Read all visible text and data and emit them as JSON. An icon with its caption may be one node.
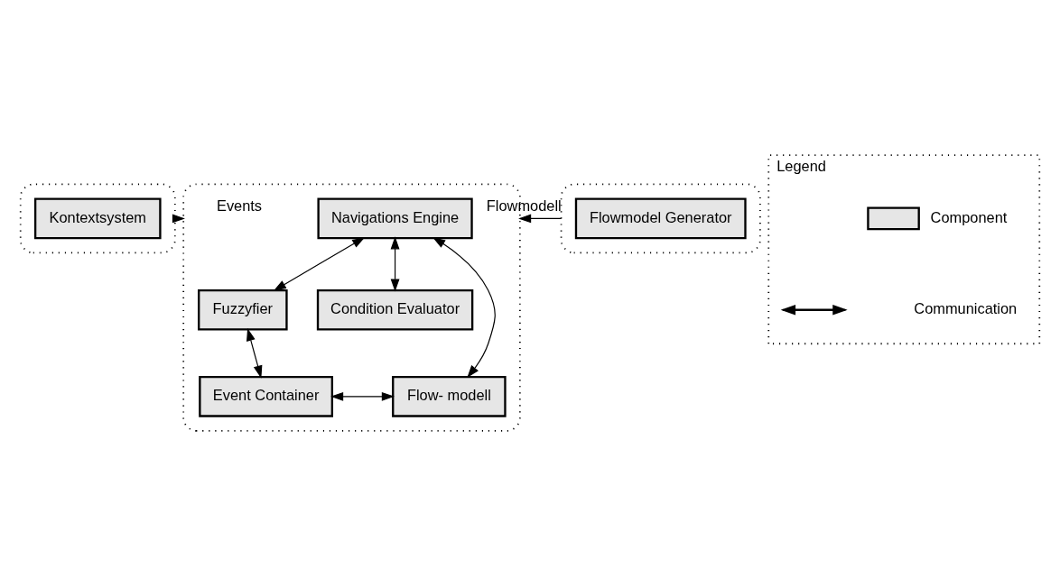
{
  "diagram": {
    "nodes": [
      {
        "text": [],
        "shape": "box"
      },
      {
        "text": [
          "Kontextsystem"
        ],
        "in": 0
      },
      {
        "text": [],
        "shape": "box"
      },
      {
        "text": [
          "Navigations Engine"
        ],
        "in": 2
      },
      {
        "text": [
          "Fuzzyfier"
        ],
        "in": 2
      },
      {
        "text": [
          "Condition Evaluator"
        ],
        "in": 2
      },
      {
        "text": [
          "Event Container"
        ],
        "in": 2
      },
      {
        "text": [
          "Flow- modell"
        ],
        "in": 2
      },
      {
        "text": [],
        "shape": "box"
      },
      {
        "text": [
          "Flowmodel Generator"
        ],
        "in": 8
      },
      {
        "text": [
          "Legend"
        ]
      }
    ],
    "edges": [
      {
        "from": 0,
        "to": 2,
        "arrow": "to",
        "label": "Events"
      },
      {
        "from": 8,
        "to": 2,
        "arrow": "to",
        "label": "Flowmodell"
      },
      {
        "from": 3,
        "to": 4,
        "arrow": "both"
      },
      {
        "from": 3,
        "to": 5,
        "arrow": "both"
      },
      {
        "from": 3,
        "to": 7,
        "arrow": "both"
      },
      {
        "from": 4,
        "to": 6,
        "arrow": "both"
      },
      {
        "from": 6,
        "to": 7,
        "arrow": "both"
      }
    ],
    "legend": [
      {
        "text": "Component",
        "color": "#e6e6e6"
      },
      {
        "text": "Communication"
      }
    ]
  }
}
